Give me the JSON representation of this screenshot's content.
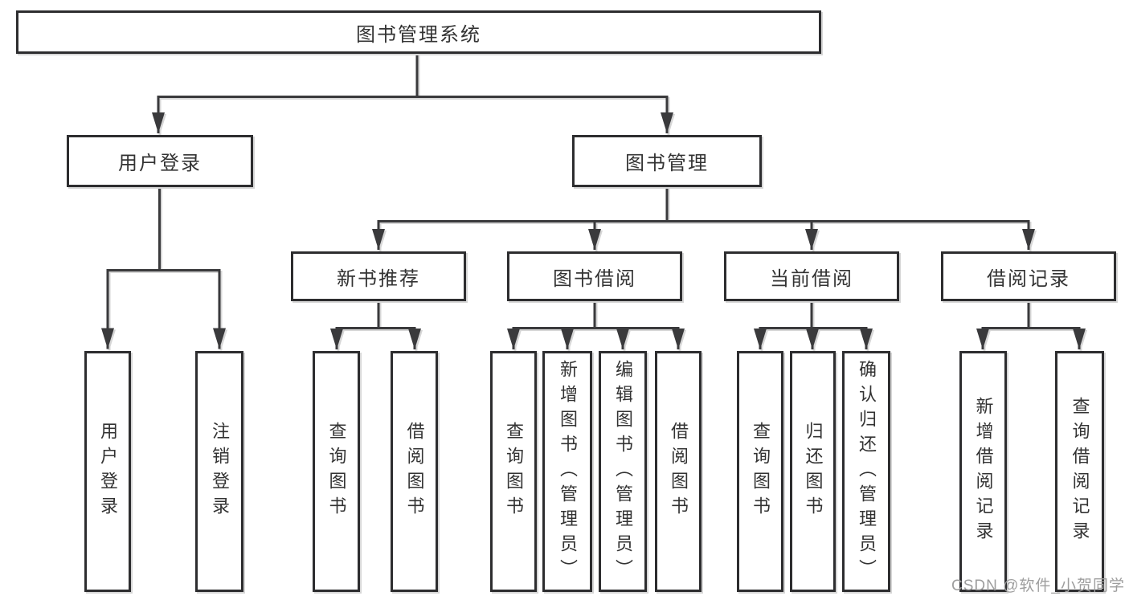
{
  "diagram": {
    "root": {
      "label": "图书管理系统"
    },
    "level2": [
      {
        "id": "user-login",
        "label": "用户登录"
      },
      {
        "id": "book-management",
        "label": "图书管理"
      }
    ],
    "level3": [
      {
        "id": "new-book-recommend",
        "label": "新书推荐"
      },
      {
        "id": "book-borrow",
        "label": "图书借阅"
      },
      {
        "id": "current-borrow",
        "label": "当前借阅"
      },
      {
        "id": "borrow-records",
        "label": "借阅记录"
      }
    ],
    "leaves": {
      "user_login": [
        "用户登录",
        "注销登录"
      ],
      "new_book_recommend": [
        "查询图书",
        "借阅图书"
      ],
      "book_borrow": [
        "查询图书",
        "新增图书（管理员）",
        "编辑图书（管理员）",
        "借阅图书"
      ],
      "current_borrow": [
        "查询图书",
        "归还图书",
        "确认归还（管理员）"
      ],
      "borrow_records": [
        "新增借阅记录",
        "查询借阅记录"
      ]
    },
    "colors": {
      "line": "#3a3a3c",
      "box_border": "#2d2d2f",
      "text": "#333333"
    }
  },
  "watermark": {
    "text": "CSDN @软件_小贺同学",
    "color": "#9e9e9e"
  }
}
